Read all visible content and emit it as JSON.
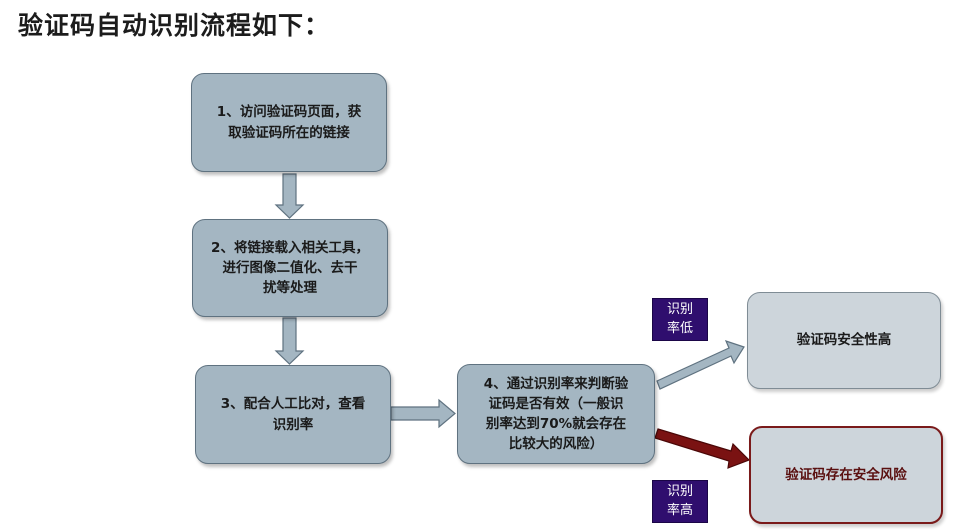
{
  "title": "验证码自动识别流程如下：",
  "steps": [
    {
      "label": "1、访问验证码页面，获\n取验证码所在的链接"
    },
    {
      "label": "2、将链接载入相关工具，\n进行图像二值化、去干\n扰等处理"
    },
    {
      "label": "3、配合人工比对，查看\n识别率"
    },
    {
      "label": "4、通过识别率来判断验\n证码是否有效（一般识\n别率达到70%就会存在\n比较大的风险）"
    }
  ],
  "outcomes": {
    "low": {
      "tag": "识别\n率低",
      "label": "验证码安全性高"
    },
    "high": {
      "tag": "识别\n率高",
      "label": "验证码存在安全风险"
    }
  },
  "colors": {
    "step_fill": "#a4b6c2",
    "arrow_fill": "#a4b6c2",
    "risk_arrow": "#7a1212",
    "tag_fill": "#2f0e6e"
  }
}
